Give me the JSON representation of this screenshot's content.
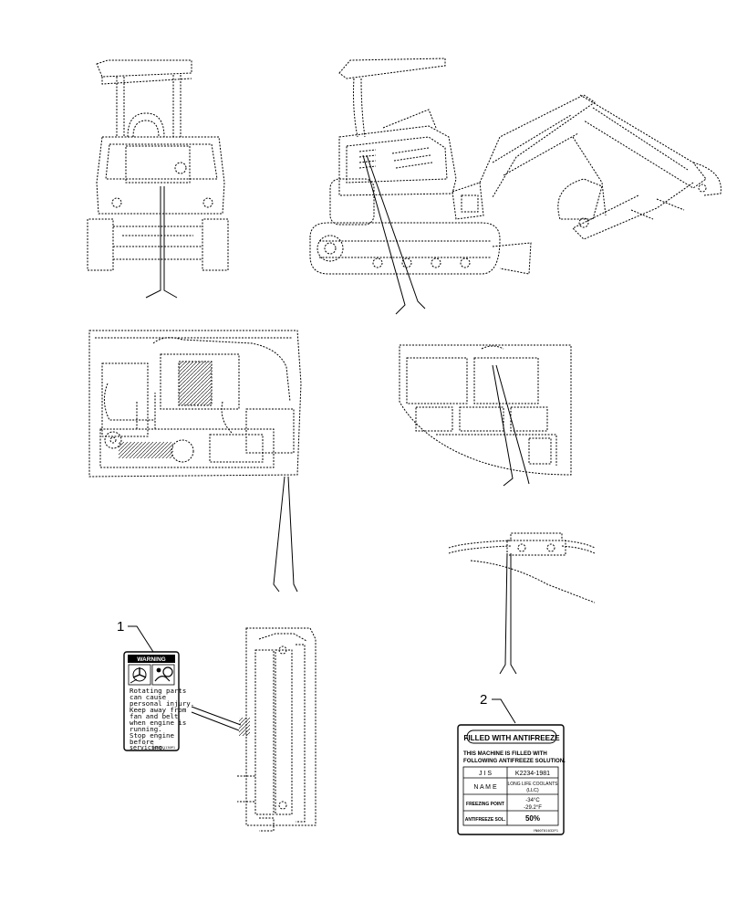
{
  "callouts": [
    "1",
    "2"
  ],
  "warning_decal": {
    "header": "WARNING",
    "lines": [
      "Rotating parts",
      "can cause",
      "personal injury.",
      "Keep away from",
      "fan and belt",
      "when engine is",
      "running.",
      "Stop engine",
      "before",
      "servicing."
    ],
    "part_code": "YN00T01130P1"
  },
  "antifreeze_decal": {
    "title": "FILLED WITH ANTIFREEZE",
    "subtitle_line1": "THIS MACHINE IS FILLED WITH",
    "subtitle_line2": "FOLLOWING ANTIFREEZE SOLUTION.",
    "rows": [
      {
        "label": "J I S",
        "value": "K2234-1981"
      },
      {
        "label": "N A M E",
        "value_line1": "LONG LIFE COOLANTS",
        "value_line2": "(LLC)"
      },
      {
        "label": "FREEZING POINT",
        "value_line1": "-34°C",
        "value_line2": "-29.2°F"
      },
      {
        "label": "ANTIFREEZE SOL.",
        "value": "50%"
      }
    ],
    "part_code": "YN00T01032P1"
  },
  "icons": [
    "fan-hazard-icon",
    "hand-hazard-icon"
  ]
}
